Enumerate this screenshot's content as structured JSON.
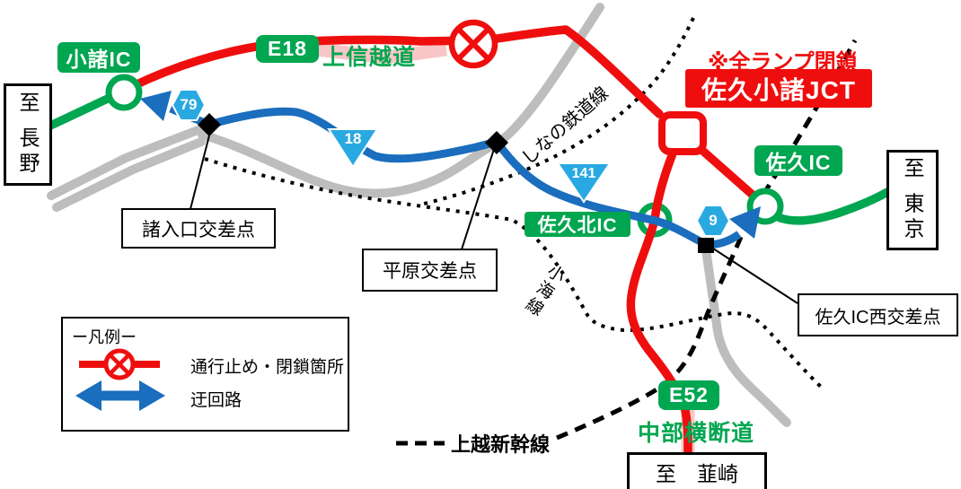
{
  "labels": {
    "komoro_ic": "小諸IC",
    "e18": "E18",
    "joshinetsu": "上信越道",
    "closure_note": "※全ランプ閉鎖",
    "jct": "佐久小諸JCT",
    "saku_ic": "佐久IC",
    "sakukita_ic": "佐久北IC",
    "e52": "E52",
    "chubu": "中部横断道",
    "to_nagano": "至 長野",
    "to_tokyo": "至 東京",
    "to_nirasaki": "至　韮崎",
    "moro_intersection": "諸入口交差点",
    "hirahara_intersection": "平原交差点",
    "saku_nishi_intersection": "佐久IC西交差点",
    "shinano_railway": "しなの鉄道線",
    "koumi_railway": "小海線",
    "shinkansen": "上越新幹線"
  },
  "shields": {
    "r79": "79",
    "r18": "18",
    "r141": "141",
    "r9": "9"
  },
  "legend": {
    "title": "ー凡例ー",
    "closed_label": "通行止め・閉鎖箇所",
    "detour_label": "迂回路"
  },
  "colors": {
    "closed_red": "#ef0e0e",
    "closed_glow_pink": "#f8c6c6",
    "detour_blue": "#1b6dbd",
    "open_green": "#00a650",
    "shield_blue": "#29a9e1",
    "road_gray": "#bdbdbd"
  }
}
